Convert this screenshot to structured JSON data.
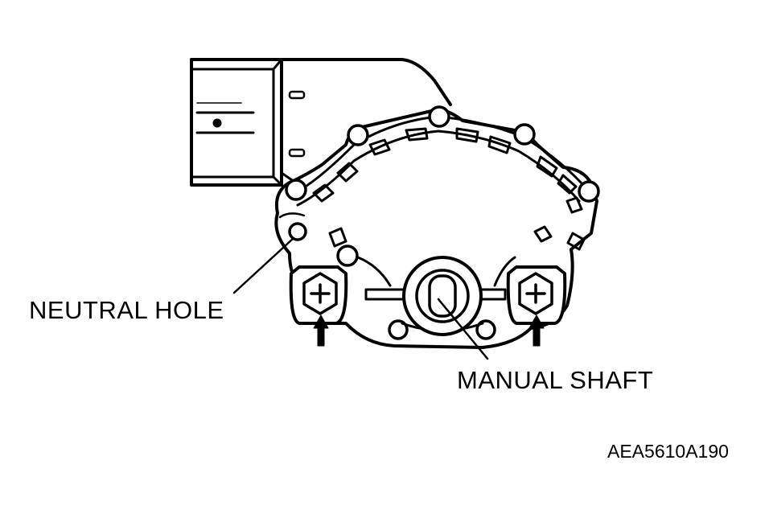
{
  "labels": {
    "neutral_hole": "NEUTRAL HOLE",
    "manual_shaft": "MANUAL SHAFT",
    "figure_code": "AEA5610A190"
  },
  "colors": {
    "ink": "#000000",
    "paper": "#ffffff"
  }
}
